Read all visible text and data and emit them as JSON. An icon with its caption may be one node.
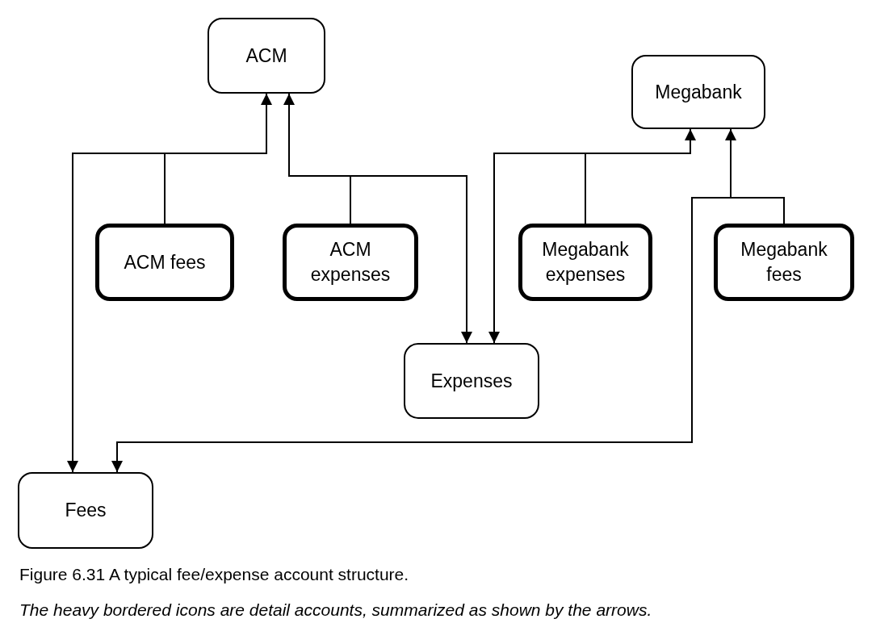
{
  "diagram": {
    "title": "Figure 6.31 A typical fee/expense account structure.",
    "caption": "The heavy bordered icons are detail accounts, summarized as shown by the arrows.",
    "nodes": [
      {
        "text": [
          "ACM"
        ]
      },
      {
        "text": [
          "Megabank"
        ]
      },
      {
        "text": [
          "ACM fees"
        ]
      },
      {
        "text": [
          "ACM expenses"
        ]
      },
      {
        "text": [
          "Megabank expenses"
        ]
      },
      {
        "text": [
          "Megabank fees"
        ]
      },
      {
        "text": [
          "Expenses"
        ]
      },
      {
        "text": [
          "Fees"
        ]
      }
    ],
    "edges": [
      {
        "from": 2,
        "to": 0,
        "arrow": "to"
      },
      {
        "from": 2,
        "to": 7,
        "arrow": "to"
      },
      {
        "from": 3,
        "to": 0,
        "arrow": "to"
      },
      {
        "from": 3,
        "to": 6,
        "arrow": "to"
      },
      {
        "from": 4,
        "to": 1,
        "arrow": "to"
      },
      {
        "from": 4,
        "to": 6,
        "arrow": "to"
      },
      {
        "from": 5,
        "to": 1,
        "arrow": "to"
      },
      {
        "from": 5,
        "to": 7,
        "arrow": "to"
      }
    ]
  }
}
